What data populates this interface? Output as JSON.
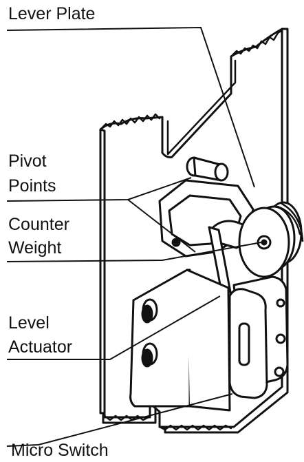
{
  "diagram": {
    "labels": {
      "lever_plate": "Lever Plate",
      "pivot_points": [
        "Pivot",
        "Points"
      ],
      "counter_weight": [
        "Counter",
        "Weight"
      ],
      "level_actuator": [
        "Level",
        "Actuator"
      ],
      "micro_switch": "Micro Switch"
    },
    "colors": {
      "ink": "#111111",
      "paper": "#ffffff"
    }
  }
}
